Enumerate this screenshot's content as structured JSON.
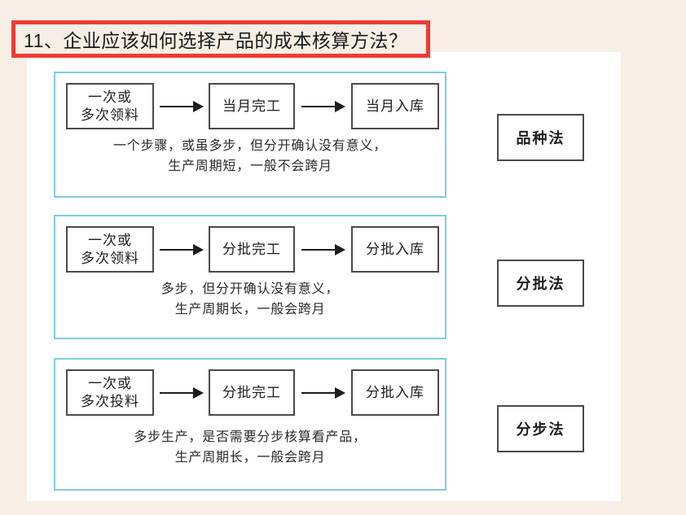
{
  "page": {
    "background_color": "#f7efe5",
    "panel_color": "#ffffff"
  },
  "title": {
    "text": "11、企业应该如何选择产品的成本核算方法？",
    "border_color": "#ef3b33"
  },
  "diagram": {
    "group_border_color": "#7fcbe0",
    "node_border_color": "#4a4a4a",
    "arrow_icon": "right-arrow-icon",
    "groups": [
      {
        "id": "group-1",
        "nodes": [
          {
            "line1": "一次或",
            "line2": "多次领料"
          },
          {
            "line1": "当月完工",
            "line2": ""
          },
          {
            "line1": "当月入库",
            "line2": ""
          }
        ],
        "caption_line1": "一个步骤，或虽多步，但分开确认没有意义，",
        "caption_line2": "生产周期短，一般不会跨月",
        "result": "品种法"
      },
      {
        "id": "group-2",
        "nodes": [
          {
            "line1": "一次或",
            "line2": "多次领料"
          },
          {
            "line1": "分批完工",
            "line2": ""
          },
          {
            "line1": "分批入库",
            "line2": ""
          }
        ],
        "caption_line1": "多步，但分开确认没有意义，",
        "caption_line2": "生产周期长，一般会跨月",
        "result": "分批法"
      },
      {
        "id": "group-3",
        "nodes": [
          {
            "line1": "一次或",
            "line2": "多次投料"
          },
          {
            "line1": "分批完工",
            "line2": ""
          },
          {
            "line1": "分批入库",
            "line2": ""
          }
        ],
        "caption_line1": "多步生产，是否需要分步核算看产品，",
        "caption_line2": "生产周期长，一般会跨月",
        "result": "分步法"
      }
    ]
  }
}
